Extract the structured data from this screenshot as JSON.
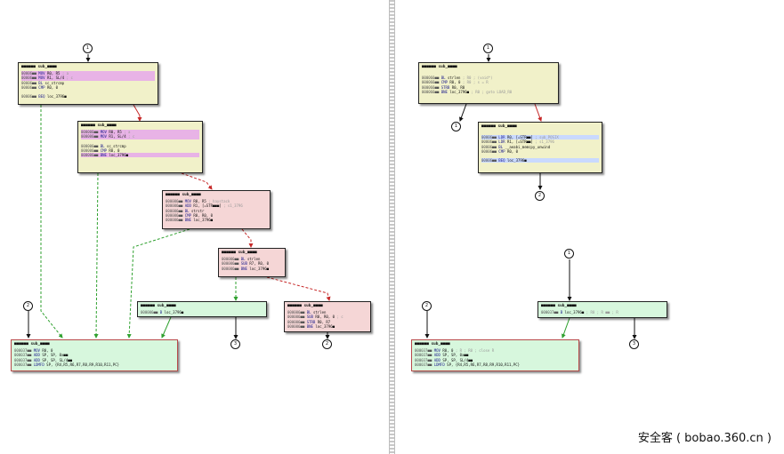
{
  "left": {
    "markers": [
      {
        "id": "marker-l-top",
        "label": "1"
      },
      {
        "id": "marker-l-2a",
        "label": "2"
      },
      {
        "id": "marker-l-3",
        "label": "3"
      },
      {
        "id": "marker-l-2b",
        "label": "2"
      }
    ],
    "nodes": [
      {
        "title": "■■■■■■  sub_■■■■",
        "lines": [
          {
            "addr": "00006■■",
            "mn": "MOV",
            "op": "R0, R5",
            "cm": "; a"
          },
          {
            "addr": "00006■■",
            "mn": "MOV",
            "op": "R1, SL/4",
            "cm": "; c"
          },
          {
            "addr": "00006■■",
            "mn": "BL",
            "op": "sc_strcmp",
            "cm": ""
          },
          {
            "addr": "00006■■",
            "mn": "CMP",
            "op": "R0, 0",
            "cm": ""
          },
          {
            "addr": "",
            "mn": "",
            "op": "",
            "cm": ""
          },
          {
            "addr": "00006■■",
            "mn": "BEQ",
            "op": "loc_3796■",
            "cm": ""
          }
        ]
      },
      {
        "title": "■■■■■■  sub_■■■■",
        "lines": [
          {
            "addr": "000006■■",
            "mn": "MOV",
            "op": "R0, R5",
            "cm": "; a"
          },
          {
            "addr": "000006■■",
            "mn": "MOV",
            "op": "R1, SL/4",
            "cm": "; c"
          },
          {
            "addr": "",
            "mn": "",
            "op": "",
            "cm": ""
          },
          {
            "addr": "000006■■",
            "mn": "BL",
            "op": "sc_strcmp",
            "cm": ""
          },
          {
            "addr": "000006■■",
            "mn": "CMP",
            "op": "R0, 0",
            "cm": ""
          },
          {
            "addr": "000006■■",
            "mn": "BNE",
            "op": "loc_3796■",
            "cm": ""
          }
        ]
      },
      {
        "title": "■■■■■■  sub_■■■■",
        "lines": [
          {
            "addr": "000006■■",
            "mn": "MOV",
            "op": "R0, R5",
            "cm": "; haystack"
          },
          {
            "addr": "000006■■",
            "mn": "ADD",
            "op": "R1, [=STR■■■]",
            "cm": "; s1_3796"
          },
          {
            "addr": "000006■■",
            "mn": "BL",
            "op": "strstr",
            "cm": ""
          },
          {
            "addr": "000006■■",
            "mn": "CMP",
            "op": "R0, R0, 0",
            "cm": ""
          },
          {
            "addr": "000006■■",
            "mn": "BNE",
            "op": "loc_3796■",
            "cm": ""
          }
        ]
      },
      {
        "title": "■■■■■■  sub_■■■■",
        "lines": [
          {
            "addr": "000006■■",
            "mn": "BL",
            "op": "strlen",
            "cm": ""
          },
          {
            "addr": "000006■■",
            "mn": "SUB",
            "op": "R7, R0, 0",
            "cm": ""
          },
          {
            "addr": "000006■■",
            "mn": "BNE",
            "op": "loc_3796■",
            "cm": ""
          }
        ]
      },
      {
        "title": "■■■■■■  sub_■■■■",
        "lines": [
          {
            "addr": "000006■■",
            "mn": "B",
            "op": "loc_3796■",
            "cm": ""
          }
        ]
      },
      {
        "title": "■■■■■■  sub_■■■■",
        "lines": [
          {
            "addr": "000006■■",
            "mn": "BL",
            "op": "strlen",
            "cm": ""
          },
          {
            "addr": "000006■■",
            "mn": "SUB",
            "op": "R0, R0, 0",
            "cm": "; c"
          },
          {
            "addr": "000006■■",
            "mn": "STRB",
            "op": "R0, R7",
            "cm": ""
          },
          {
            "addr": "000006■■",
            "mn": "BNE",
            "op": "loc_3796■",
            "cm": ""
          }
        ]
      },
      {
        "title": "■■■■■■  sub_■■■■",
        "lines": [
          {
            "addr": "000037■■",
            "mn": "MOV",
            "op": "R0, 0",
            "cm": ""
          },
          {
            "addr": "000037■■",
            "mn": "ADD",
            "op": "SP, SP, 0x■■",
            "cm": ""
          },
          {
            "addr": "000037■■",
            "mn": "ADD",
            "op": "SP, SP, SL/4■■",
            "cm": ""
          },
          {
            "addr": "000037■■",
            "mn": "LDMFD",
            "op": "SP, {R4,R5,R6,R7,R8,R9,R10,R11,PC}",
            "cm": ""
          }
        ]
      }
    ]
  },
  "right": {
    "markers": [
      {
        "id": "marker-r-top",
        "label": "1"
      },
      {
        "id": "marker-r-1b",
        "label": "1"
      },
      {
        "id": "marker-r-2a",
        "label": "2"
      },
      {
        "id": "marker-r-1c",
        "label": "1"
      },
      {
        "id": "marker-r-2b",
        "label": "2"
      },
      {
        "id": "marker-r-3",
        "label": "3"
      }
    ],
    "nodes": [
      {
        "title": "■■■■■■  sub_■■■■",
        "lines": [
          {
            "addr": "",
            "mn": "",
            "op": "",
            "cm": ""
          },
          {
            "addr": "000066■■",
            "mn": "BL",
            "op": "strlen",
            "cm": "; R0  ; (void*)"
          },
          {
            "addr": "000066■■",
            "mn": "CMP",
            "op": "R0, 0",
            "cm": "; R0   ; s = R"
          },
          {
            "addr": "000066■■",
            "mn": "STRB",
            "op": "R0, R0",
            "cm": ""
          },
          {
            "addr": "000066■■",
            "mn": "BNE",
            "op": "loc_3796■",
            "cm": "; R0   ; goto LOAD_R0"
          }
        ]
      },
      {
        "title": "■■■■■■  sub_■■■■",
        "lines": [
          {
            "addr": "",
            "mn": "",
            "op": "",
            "cm": ""
          },
          {
            "addr": "00006■■",
            "mn": "LDR",
            "op": "R0, [=STR■■]",
            "cm": "; sub_POSIX"
          },
          {
            "addr": "00006■■",
            "mn": "LDR",
            "op": "R1, [=STR■■]",
            "cm": "; s1_3796"
          },
          {
            "addr": "00006■■",
            "mn": "BL",
            "op": "__aeabi_memcpy_unwind",
            "cm": ""
          },
          {
            "addr": "00006■■",
            "mn": "CMP",
            "op": "R0, 0",
            "cm": ""
          },
          {
            "addr": "",
            "mn": "",
            "op": "",
            "cm": ""
          },
          {
            "addr": "00006■■",
            "mn": "BEQ",
            "op": "loc_3796■",
            "cm": ""
          }
        ]
      },
      {
        "title": "■■■■■■  sub_■■■■",
        "lines": [
          {
            "addr": "000037■■",
            "mn": "B",
            "op": "loc_3796■",
            "cm": "; R0   ; R ■■ ; R"
          }
        ]
      },
      {
        "title": "■■■■■■  sub_■■■■",
        "lines": [
          {
            "addr": "000037■■",
            "mn": "MOV",
            "op": "R0, 0",
            "cm": "; R ; R0   ; close R"
          },
          {
            "addr": "000037■■",
            "mn": "ADD",
            "op": "SP, SP, 0x■■",
            "cm": ""
          },
          {
            "addr": "000037■■",
            "mn": "ADD",
            "op": "SP, SP, SL/4■■",
            "cm": ""
          },
          {
            "addr": "000037■■",
            "mn": "LDMFD",
            "op": "SP, {R4,R5,R6,R7,R8,R9,R10,R11,PC}",
            "cm": ""
          }
        ]
      }
    ]
  },
  "watermark": "安全客 ( bobao.360.cn )",
  "colors": {
    "true_edge": "#2fa12f",
    "false_edge": "#c62828",
    "uncond_edge": "#111111"
  }
}
